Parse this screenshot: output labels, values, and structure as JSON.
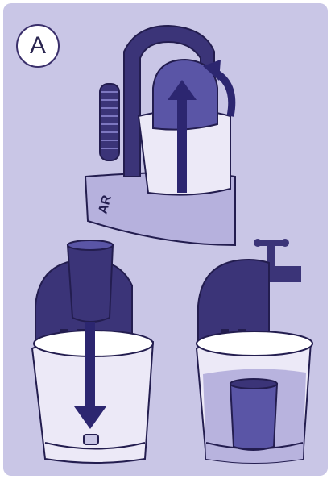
{
  "figure": {
    "step_label": "A",
    "logo_fragment": "AR"
  },
  "colors": {
    "background": "#c9c6e6",
    "device_dark": "#3b3478",
    "device_mid": "#5a55a6",
    "arrow": "#2c2670",
    "water": "#b8b3de",
    "glass": "#ece9f7",
    "outline": "#231d4f"
  },
  "panels": [
    {
      "name": "remove-tank",
      "icon": "upward-arrow-curved-arrow"
    },
    {
      "name": "insert-filter",
      "icon": "downward-arrow"
    },
    {
      "name": "fill-from-tap",
      "icon": "water-tap-droplet"
    }
  ]
}
